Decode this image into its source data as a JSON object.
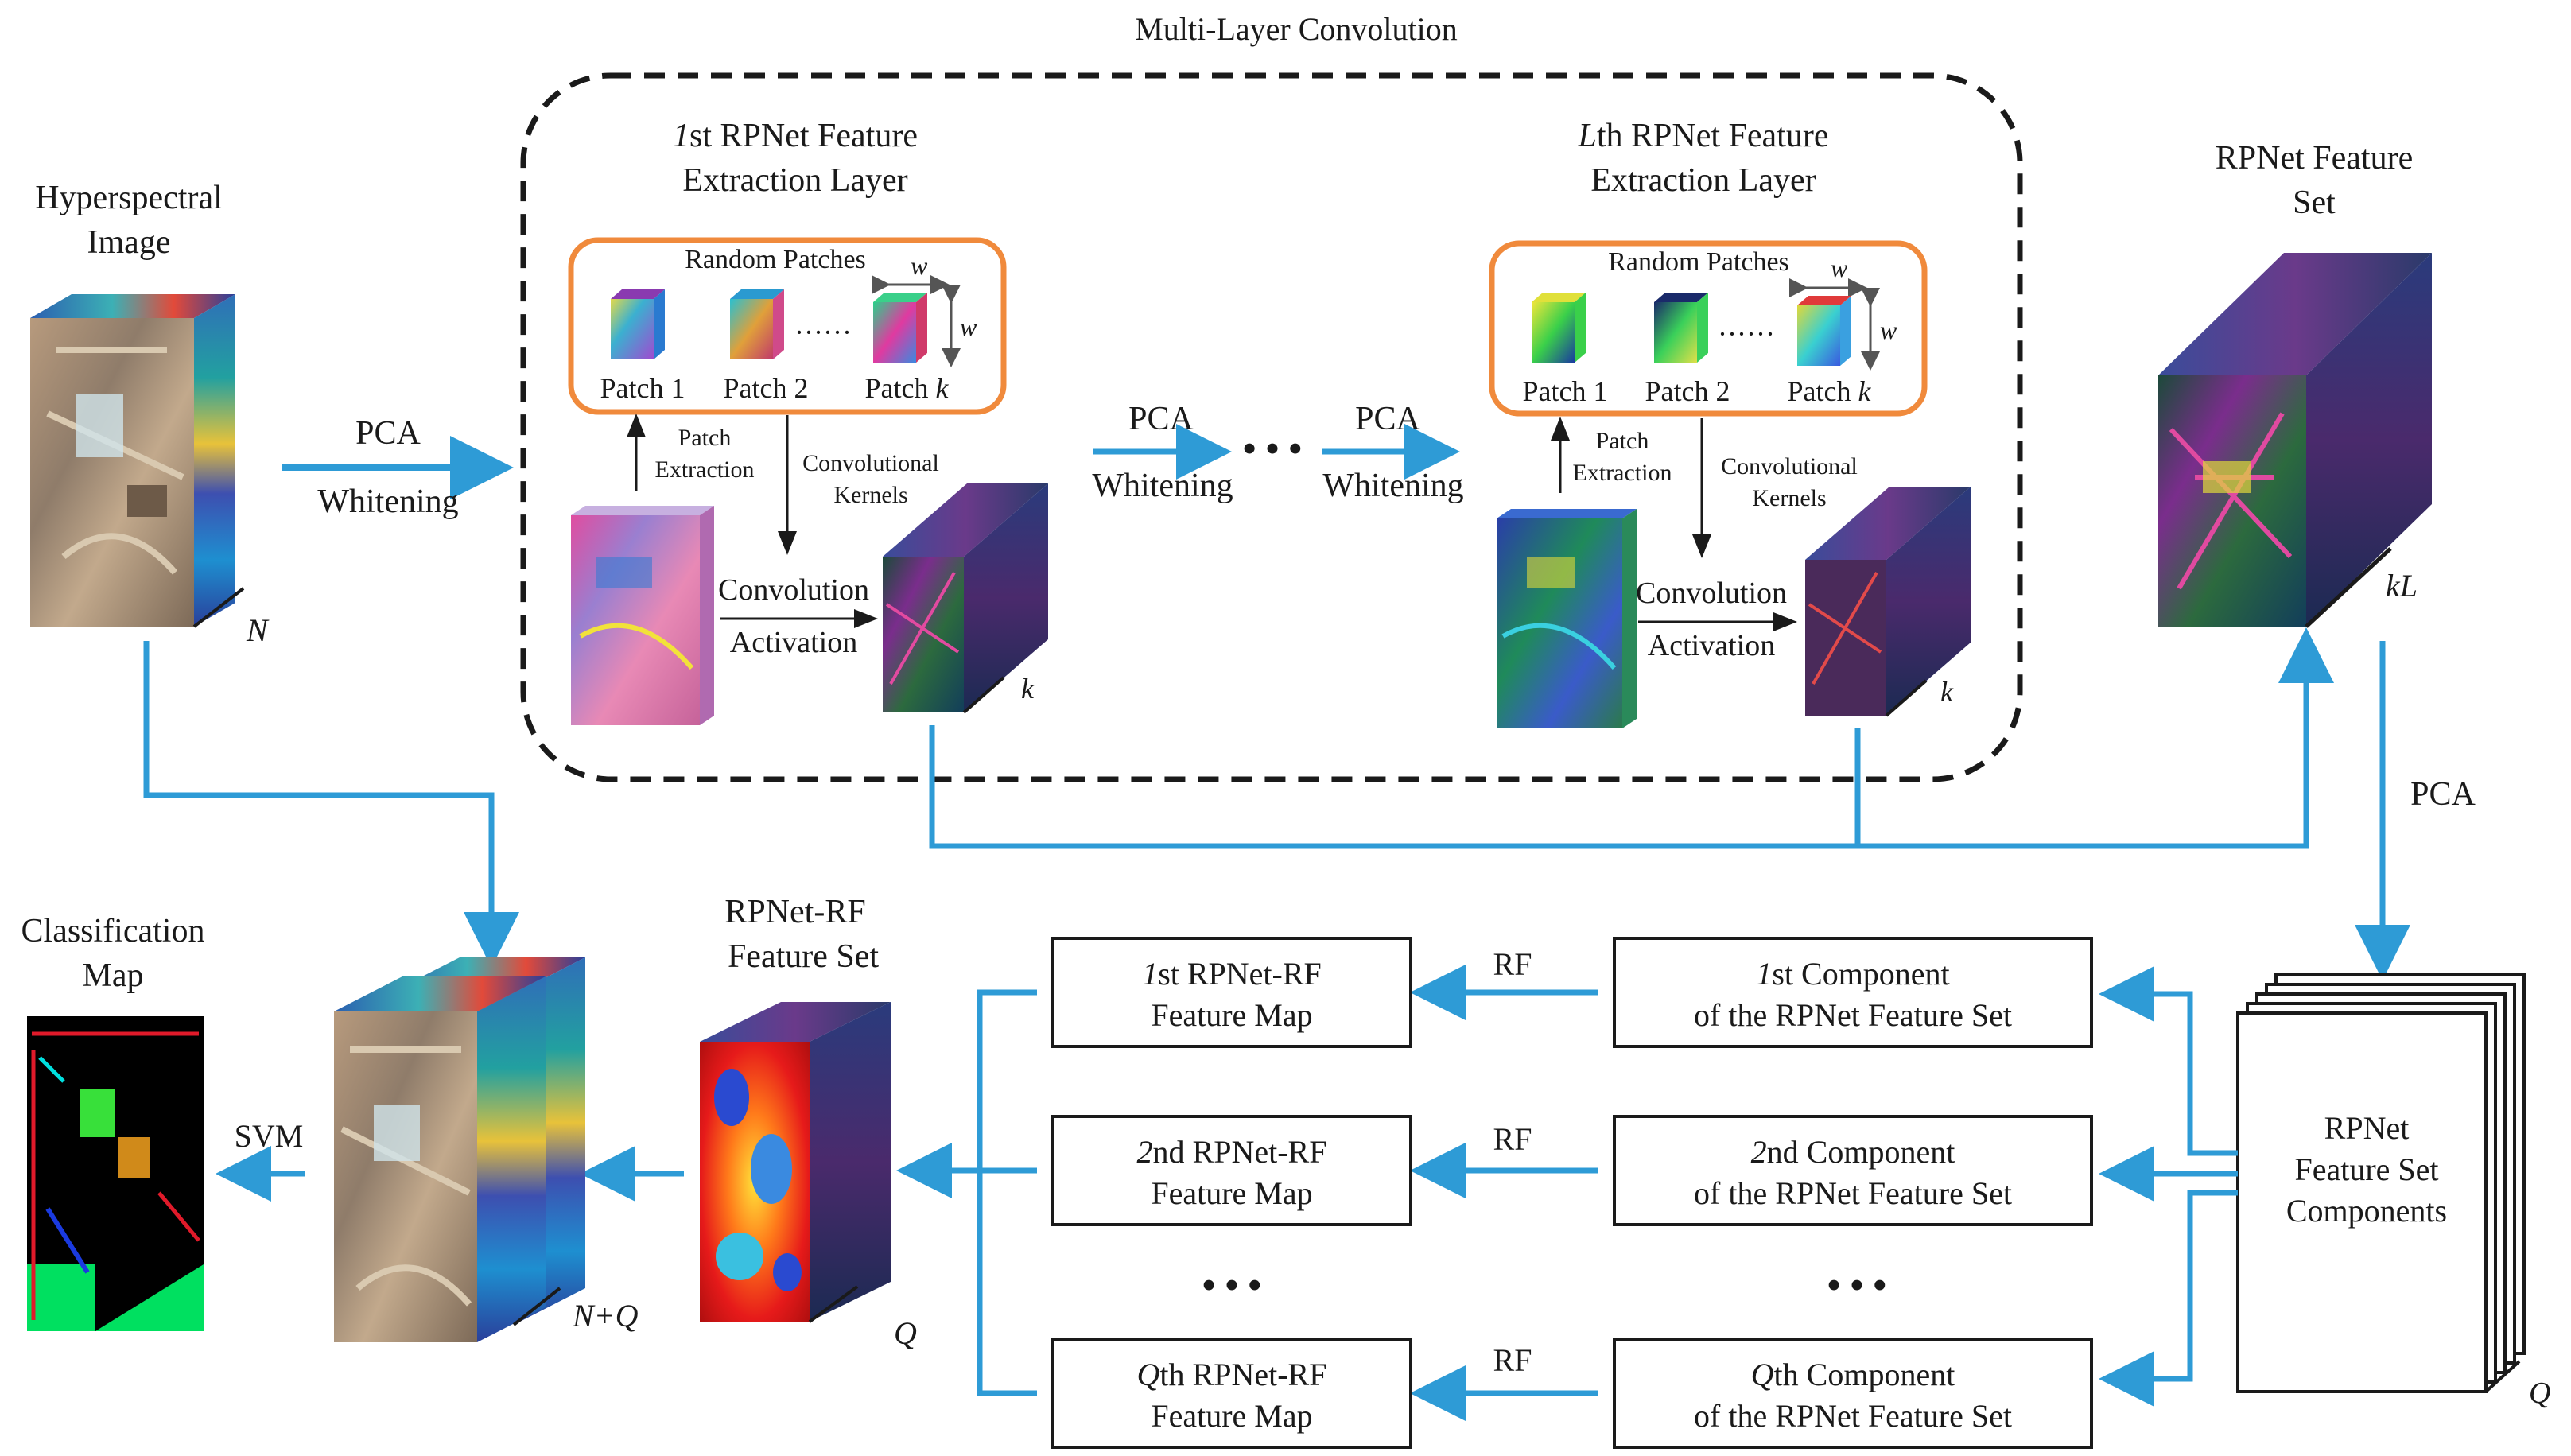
{
  "top_title": "Multi-Layer Convolution",
  "input": {
    "title_line1": "Hyperspectral",
    "title_line2": "Image",
    "depth_label": "N"
  },
  "first_pca": {
    "top": "PCA",
    "bottom": "Whitening"
  },
  "layer1": {
    "title_line1_italic": "1",
    "title_line1_rest": "st RPNet Feature",
    "title_line2": "Extraction  Layer",
    "random_patches": "Random Patches",
    "w": "w",
    "patch1": "Patch 1",
    "patch2": "Patch 2",
    "patchk_prefix": "Patch ",
    "patchk_italic": "k",
    "patch_extraction_line1": "Patch",
    "patch_extraction_line2": "Extraction",
    "conv_kernels_line1": "Convolutional",
    "conv_kernels_line2": "Kernels",
    "convolution": "Convolution",
    "activation": "Activation",
    "depth_label": "k"
  },
  "mid_pca_1": {
    "top": "PCA",
    "bottom": "Whitening"
  },
  "mid_dots": "• • •",
  "mid_pca_2": {
    "top": "PCA",
    "bottom": "Whitening"
  },
  "layerL": {
    "title_line1_italic": "L",
    "title_line1_rest": "th RPNet Feature",
    "title_line2": "Extraction  Layer",
    "random_patches": "Random Patches",
    "w": "w",
    "patch1": "Patch 1",
    "patch2": "Patch 2",
    "patchk_prefix": "Patch ",
    "patchk_italic": "k",
    "patch_extraction_line1": "Patch",
    "patch_extraction_line2": "Extraction",
    "conv_kernels_line1": "Convolutional",
    "conv_kernels_line2": "Kernels",
    "convolution": "Convolution",
    "activation": "Activation",
    "depth_label": "k"
  },
  "feature_set": {
    "title_line1": "RPNet Feature",
    "title_line2": "Set",
    "depth_label": "kL"
  },
  "pca_right": "PCA",
  "components_stack": {
    "line1": "RPNet",
    "line2": "Feature Set",
    "line3": "Components",
    "depth_label": "Q"
  },
  "component_boxes": [
    {
      "italic": "1",
      "rest": "st Component",
      "line2": "of the RPNet Feature Set"
    },
    {
      "italic": "2",
      "rest": "nd Component",
      "line2": "of the RPNet Feature Set"
    },
    {
      "italic": "Q",
      "rest": "th Component",
      "line2": "of the RPNet Feature Set"
    }
  ],
  "rf_label": "RF",
  "rf_maps": [
    {
      "italic": "1",
      "rest": "st RPNet-RF",
      "line2": "Feature Map"
    },
    {
      "italic": "2",
      "rest": "nd RPNet-RF",
      "line2": "Feature Map"
    },
    {
      "italic": "Q",
      "rest": "th RPNet-RF",
      "line2": "Feature Map"
    }
  ],
  "dots": "• • •",
  "rf_feature_set": {
    "title_line1": "RPNet-RF",
    "title_line2": "Feature  Set",
    "depth_label": "Q"
  },
  "combined": {
    "depth_label": "N+Q"
  },
  "svm_label": "SVM",
  "classification": {
    "title_line1": "Classification",
    "title_line2": "Map"
  },
  "colors": {
    "arrow_blue": "#2e9bd6",
    "orange_box": "#f08a3c",
    "black": "#1a1a1a"
  }
}
